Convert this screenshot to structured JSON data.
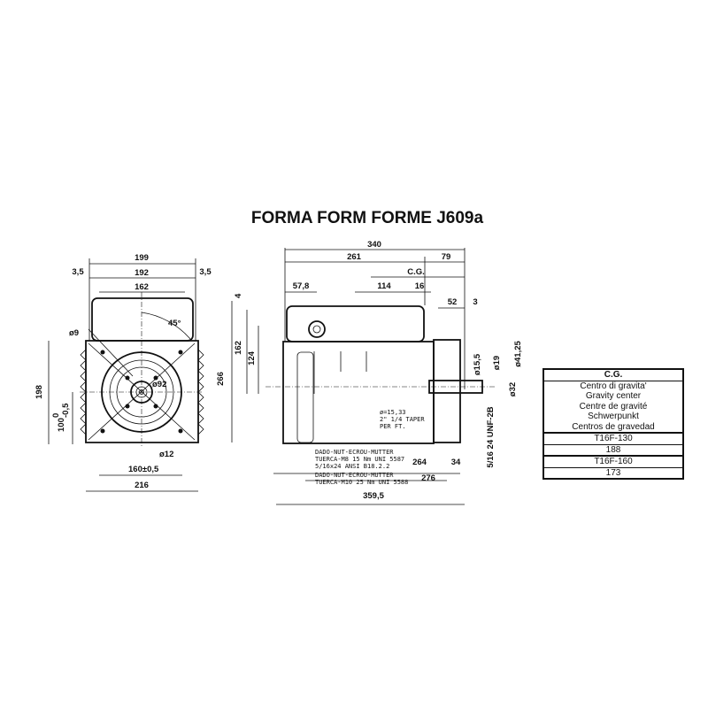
{
  "title": "FORMA FORM FORME J609a",
  "front_view": {
    "dims": {
      "w199": "199",
      "w192": "192",
      "w162": "162",
      "side_left": "3,5",
      "side_right": "3,5",
      "angle": "45°",
      "hole": "ø9",
      "circle": "ø92",
      "h198": "198",
      "h100": "100",
      "tol_upper": "0",
      "tol_lower": "-0,5",
      "foot_hole": "ø12",
      "foot_span": "160±0,5",
      "base": "216"
    }
  },
  "side_view": {
    "dims": {
      "d340": "340",
      "d261": "261",
      "d79": "79",
      "cg": "C.G.",
      "d57_8": "57,8",
      "d114": "114",
      "d16": "16",
      "d52": "52",
      "d3": "3",
      "d4": "4",
      "d162": "162",
      "d124": "124",
      "d266": "266",
      "d15_5": "ø15,5",
      "d19": "ø19",
      "d41_25": "ø41,25",
      "d32": "ø32",
      "thread": "5/16 24 UNF-2B",
      "d264": "264",
      "d34": "34",
      "d276": "276",
      "d359_5": "359,5"
    },
    "taper_note": [
      "ø=15,33",
      "2\" 1/4 TAPER",
      "PER FT."
    ],
    "nut_note_1": [
      "DADO-NUT-ECROU-MUTTER",
      "TUERCA-M8 15 Nm UNI 5587",
      "5/16x24 ANSI B18.2.2"
    ],
    "nut_note_2": [
      "DADO-NUT-ECROU-MUTTER",
      "TUERCA-M10 25 Nm UNI 5588"
    ]
  },
  "cg_table": {
    "header": "C.G.",
    "labels": [
      "Centro di gravita'",
      "Gravity center",
      "Centre de gravité",
      "Schwerpunkt",
      "Centros de gravedad"
    ],
    "rows": [
      {
        "model": "T16F-130",
        "value": "188"
      },
      {
        "model": "T16F-160",
        "value": "173"
      }
    ]
  }
}
